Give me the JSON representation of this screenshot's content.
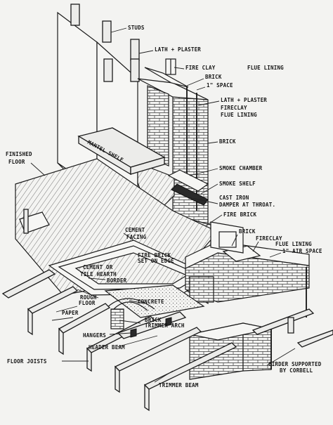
{
  "diagram": {
    "labels": {
      "studs": "STUDS",
      "lath_plaster_top": "LATH + PLASTER",
      "fire_clay": "FIRE CLAY",
      "flue_lining_top": "FLUE LINING",
      "brick_top": "BRICK",
      "one_inch_space_top": "1\" SPACE",
      "lath_plaster_mid": "LATH + PLASTER",
      "fireclay_flue_lining_1": "FIRECLAY",
      "fireclay_flue_lining_2": "FLUE LINING",
      "brick_mid": "BRICK",
      "smoke_chamber": "SMOKE CHAMBER",
      "smoke_shelf": "SMOKE SHELF",
      "cast_iron_damper_1": "CAST IRON",
      "cast_iron_damper_2": "DAMPER AT THROAT.",
      "fire_brick": "FIRE BRICK",
      "finished_floor_1": "FINISHED",
      "finished_floor_2": "FLOOR",
      "mantel_shelf": "MANTEL SHELF",
      "cement_facing_1": "CEMENT",
      "cement_facing_2": "FACING",
      "fire_brick_set_on_edge_1": "FIRE BRICK",
      "fire_brick_set_on_edge_2": "SET ON EDGE",
      "brick_low": "BRICK",
      "fireclay_flue_lining_low_1": "FIRECLAY",
      "fireclay_flue_lining_low_2": "FLUE LINING",
      "air_space_low": "1\" AIR SPACE",
      "cement_tile_hearth_1": "CEMENT OR",
      "cement_tile_hearth_2": "TILE HEARTH",
      "border": "BORDER",
      "rough_floor_1": "ROUGH",
      "rough_floor_2": "FLOOR",
      "paper": "PAPER",
      "concrete": "CONCRETE",
      "brick_trimmer_arch_1": "BRICK",
      "brick_trimmer_arch_2": "TRIMMER ARCH",
      "hangers": "HANGERS",
      "header_beam": "HEADER BEAM",
      "floor_joists": "FLOOR JOISTS",
      "trimmer_beam": "TRIMMER BEAM",
      "girder_1": "GIRDER SUPPORTED",
      "girder_2": "BY CORBELL"
    }
  }
}
